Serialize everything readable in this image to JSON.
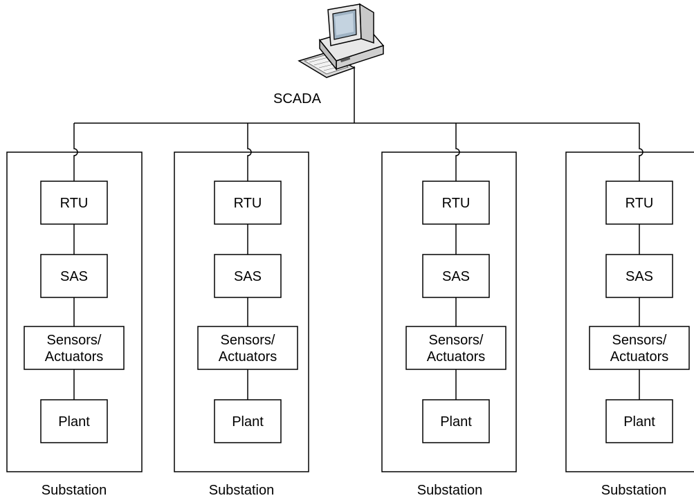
{
  "scada": {
    "label": "SCADA",
    "icon": "computer-workstation-icon"
  },
  "colors": {
    "line": "#000000",
    "box_fill": "#ffffff",
    "monitor_screen": "#9fb3c4",
    "computer_body": "#e8e8e8"
  },
  "substations": [
    {
      "caption": "Substation",
      "components": [
        {
          "id": "rtu",
          "label": "RTU"
        },
        {
          "id": "sas",
          "label": "SAS"
        },
        {
          "id": "sensors",
          "label": "Sensors/\nActuators"
        },
        {
          "id": "plant",
          "label": "Plant"
        }
      ]
    },
    {
      "caption": "Substation",
      "components": [
        {
          "id": "rtu",
          "label": "RTU"
        },
        {
          "id": "sas",
          "label": "SAS"
        },
        {
          "id": "sensors",
          "label": "Sensors/\nActuators"
        },
        {
          "id": "plant",
          "label": "Plant"
        }
      ]
    },
    {
      "caption": "Substation",
      "components": [
        {
          "id": "rtu",
          "label": "RTU"
        },
        {
          "id": "sas",
          "label": "SAS"
        },
        {
          "id": "sensors",
          "label": "Sensors/\nActuators"
        },
        {
          "id": "plant",
          "label": "Plant"
        }
      ]
    },
    {
      "caption": "Substation",
      "components": [
        {
          "id": "rtu",
          "label": "RTU"
        },
        {
          "id": "sas",
          "label": "SAS"
        },
        {
          "id": "sensors",
          "label": "Sensors/\nActuators"
        },
        {
          "id": "plant",
          "label": "Plant"
        }
      ]
    }
  ]
}
